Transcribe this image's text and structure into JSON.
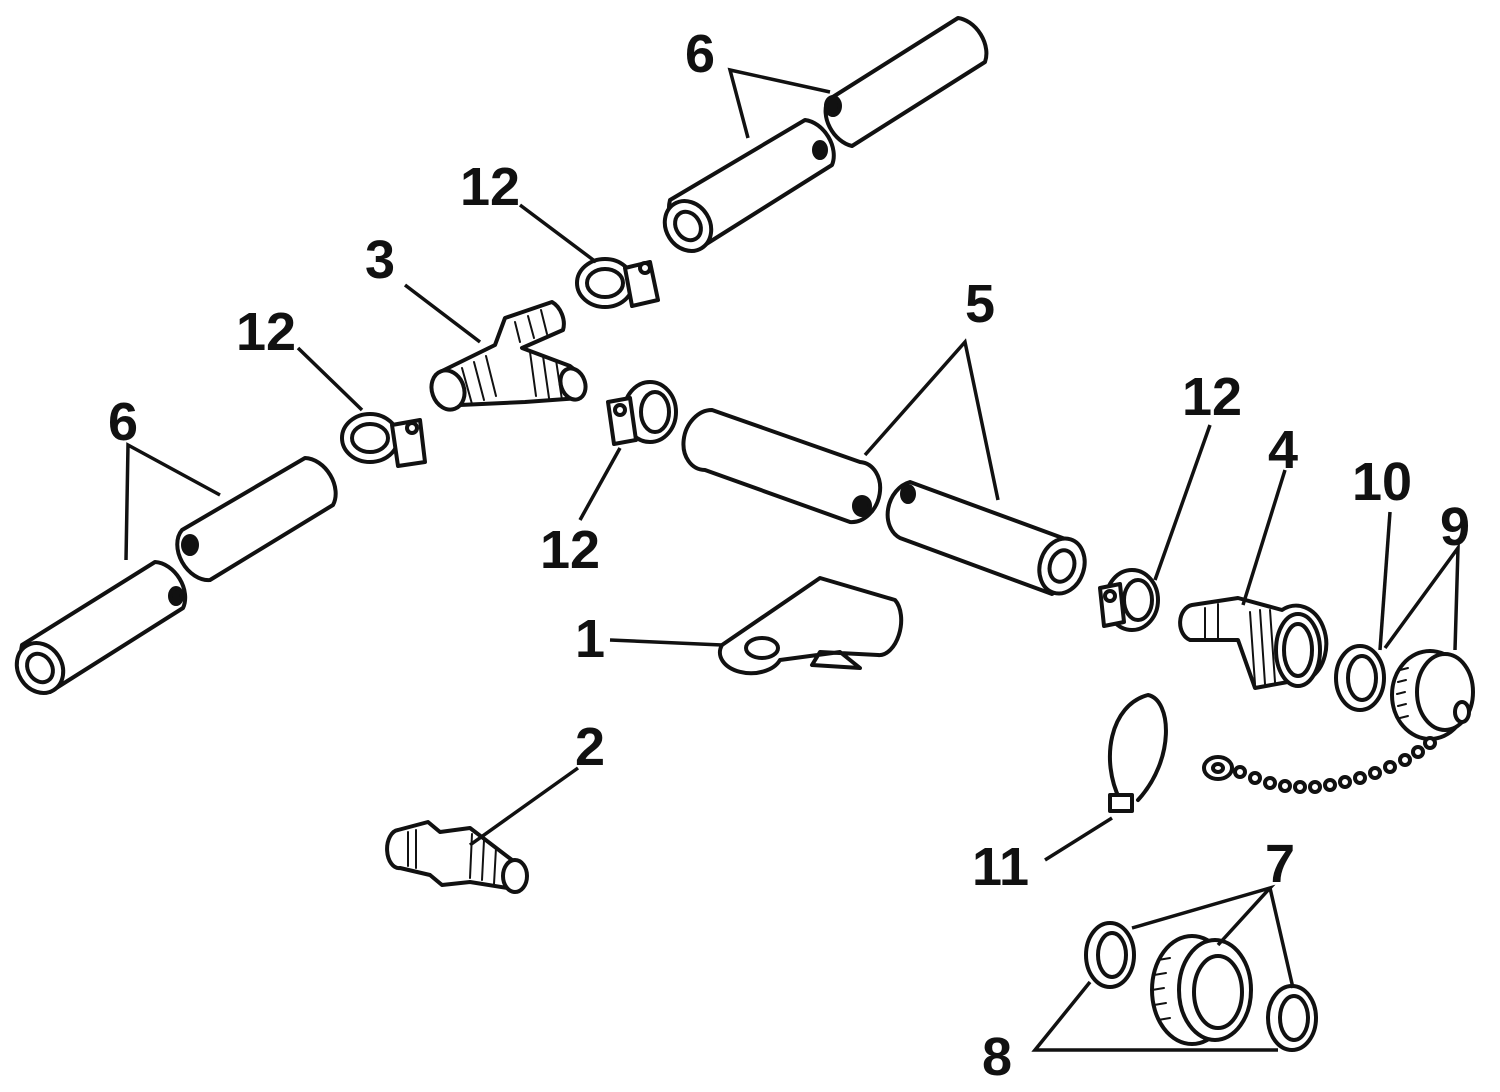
{
  "diagram": {
    "callouts": {
      "c1": "1",
      "c2": "2",
      "c3": "3",
      "c4": "4",
      "c5": "5",
      "c6_top": "6",
      "c6_left": "6",
      "c7": "7",
      "c8": "8",
      "c9": "9",
      "c10": "10",
      "c11": "11",
      "c12_top": "12",
      "c12_left": "12",
      "c12_mid": "12",
      "c12_right": "12"
    }
  }
}
